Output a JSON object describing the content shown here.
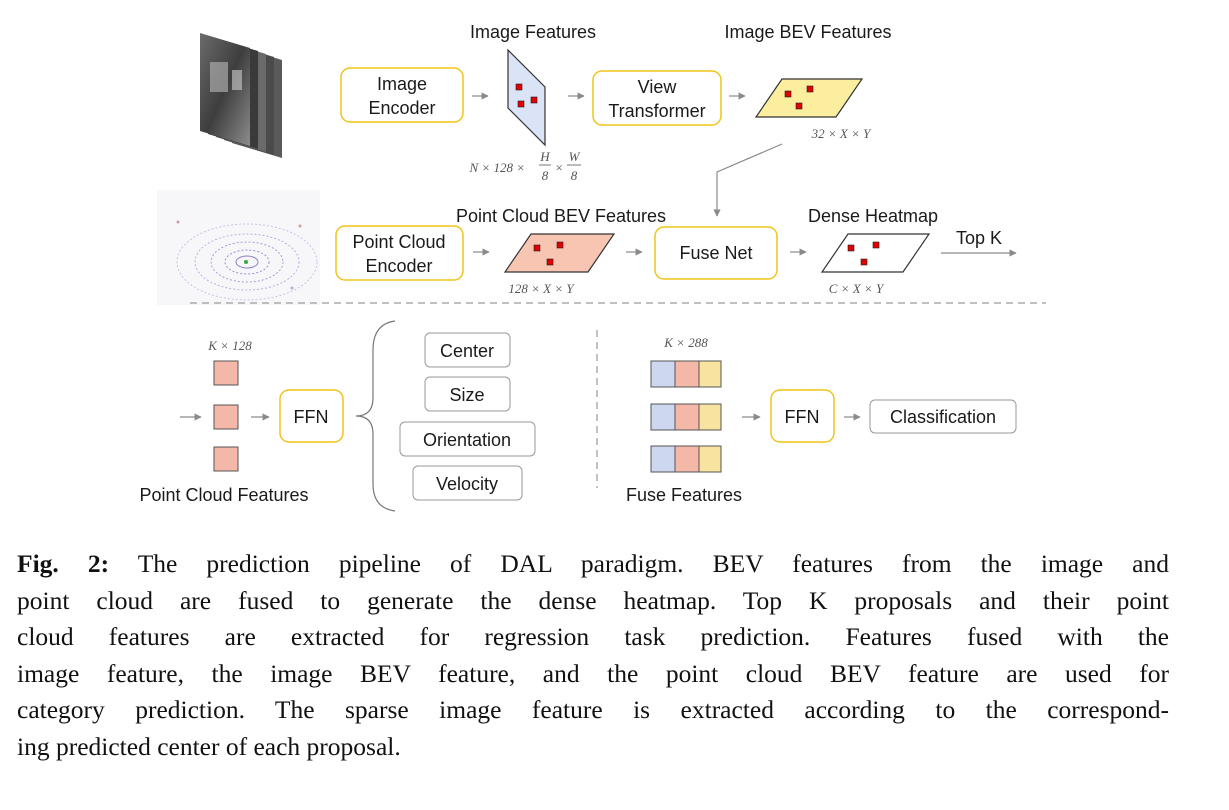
{
  "figure": {
    "labels": {
      "image_features": "Image Features",
      "image_bev_features": "Image BEV Features",
      "image_encoder_l1": "Image",
      "image_encoder_l2": "Encoder",
      "view_transformer_l1": "View",
      "view_transformer_l2": "Transformer",
      "dim_image_bev": "32 × X × Y",
      "dim_image_feat_prefix": "N × 128 ×",
      "dim_h": "H",
      "dim_w": "W",
      "dim_den": "8",
      "dim_times": "×",
      "pc_bev_features": "Point Cloud BEV Features",
      "dense_heatmap": "Dense Heatmap",
      "pc_encoder_l1": "Point Cloud",
      "pc_encoder_l2": "Encoder",
      "fuse_net": "Fuse Net",
      "top_k": "Top K",
      "dim_pc_bev": "128 × X × Y",
      "dim_heatmap": "C × X × Y",
      "dim_k128": "K × 128",
      "dim_k288": "K × 288",
      "ffn_left": "FFN",
      "ffn_right": "FFN",
      "center": "Center",
      "size": "Size",
      "orientation": "Orientation",
      "velocity": "Velocity",
      "classification": "Classification",
      "point_cloud_features": "Point Cloud Features",
      "fuse_features": "Fuse Features"
    },
    "colors": {
      "box_border": "#f0c419",
      "image_features_fill": "#dbe3f7",
      "image_bev_fill": "#fbee9f",
      "pc_bev_fill": "#f8c5b3",
      "heatmap_fill": "#ffffff",
      "point_red": "#e10000",
      "feature_blue": "#cdd8f0",
      "feature_pink": "#f4b8a8",
      "feature_yellow": "#f8e3a1"
    }
  },
  "caption": {
    "label": "Fig. 2:",
    "lines": [
      "The prediction pipeline of DAL paradigm. BEV features from the image and",
      "point cloud are fused to generate the dense heatmap. Top K proposals and their point",
      "cloud features are extracted for regression task prediction. Features fused with the",
      "image feature, the image BEV feature, and the point cloud BEV feature are used for",
      "category prediction. The sparse image feature is extracted according to the correspond-",
      "ing predicted center of each proposal."
    ]
  }
}
